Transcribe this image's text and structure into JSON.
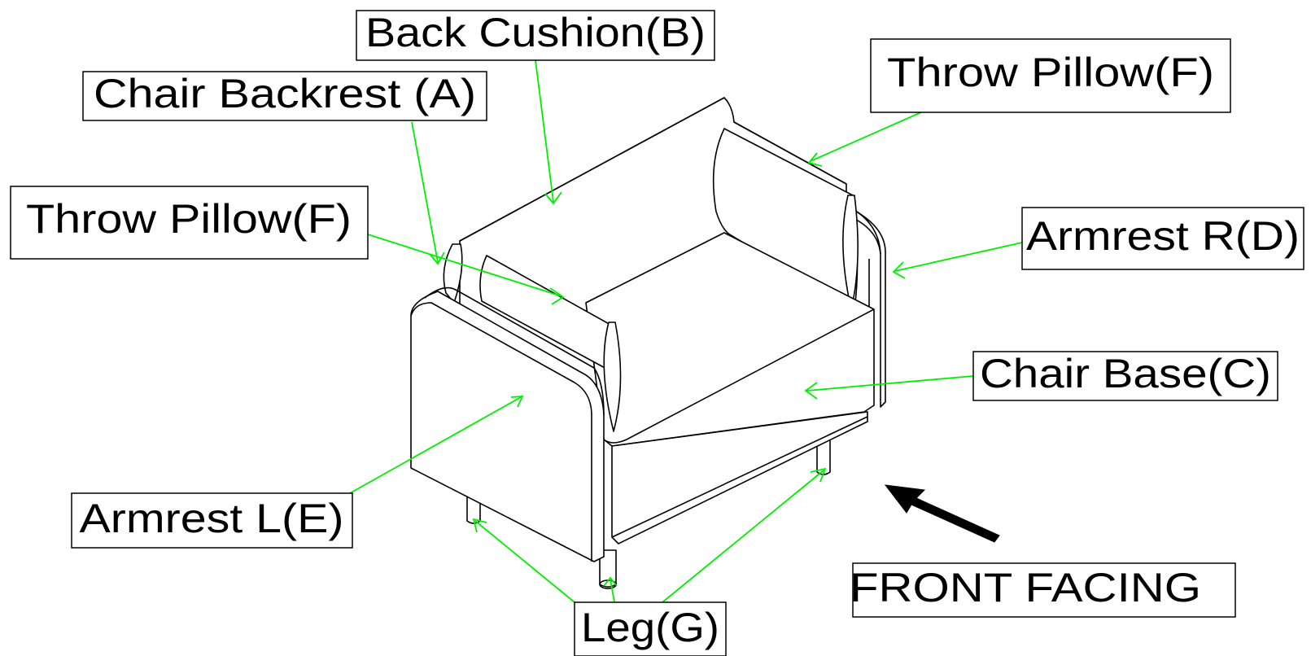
{
  "diagram": {
    "labels": {
      "back_cushion": "Back Cushion(B)",
      "chair_backrest": "Chair Backrest (A)",
      "throw_pillow_right": "Throw Pillow(F)",
      "throw_pillow_left": "Throw Pillow(F)",
      "armrest_right": "Armrest R(D)",
      "chair_base": "Chair Base(C)",
      "armrest_left": "Armrest L(E)",
      "leg": "Leg(G)",
      "front_facing": "FRONT FACING"
    },
    "colors": {
      "leader_line": "#00ee00",
      "outline": "#000000",
      "background": "#ffffff"
    },
    "icons": {
      "direction_arrow": "front-direction-arrow-icon"
    }
  }
}
